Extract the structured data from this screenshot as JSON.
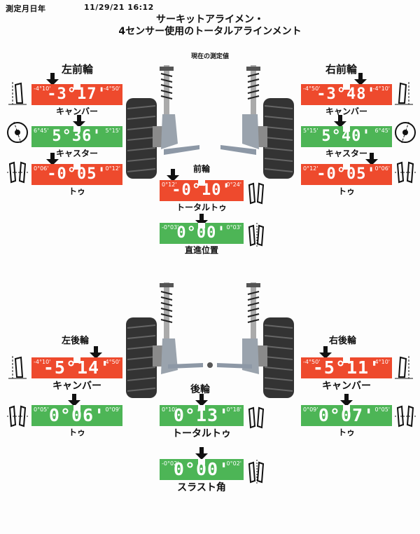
{
  "header": {
    "date_label": "測定月日年",
    "datetime": "11/29/21 16:12"
  },
  "title": {
    "line1": "サーキットアライメン・",
    "line2": "4センサー使用のトータルアラインメント"
  },
  "front": {
    "current_label": "現在の測定値",
    "axle_label": "前輪",
    "left_label": "左前輪",
    "right_label": "右前輪",
    "left_camber": {
      "min": "-4°10'",
      "max": "-4°50'",
      "value": "-3°17'",
      "caption": "キャンバー",
      "status": "out"
    },
    "left_caster": {
      "min": "6°45'",
      "max": "5°15'",
      "value": "5°36'",
      "caption": "キャスター",
      "status": "in"
    },
    "left_toe": {
      "min": "0°06'",
      "max": "0°12'",
      "value": "-0°05'",
      "caption": "トゥ",
      "status": "out"
    },
    "right_camber": {
      "min": "-4°50'",
      "max": "-4°10'",
      "value": "-3°48'",
      "caption": "キャンバー",
      "status": "out"
    },
    "right_caster": {
      "min": "5°15'",
      "max": "6°45'",
      "value": "5°40'",
      "caption": "キャスター",
      "status": "in"
    },
    "right_toe": {
      "min": "0°12'",
      "max": "0°06'",
      "value": "-0°05'",
      "caption": "トゥ",
      "status": "out"
    },
    "total_toe": {
      "min": "0°12'",
      "max": "0°24'",
      "value": "-0°10'",
      "caption": "トータルトゥ",
      "status": "out"
    },
    "straight_ahead": {
      "min": "-0°03'",
      "max": "0°03'",
      "value": "0°00'",
      "caption": "直進位置",
      "status": "in"
    }
  },
  "rear": {
    "axle_label": "後輪",
    "left_label": "左後輪",
    "right_label": "右後輪",
    "left_camber": {
      "min": "-4°10'",
      "max": "-4°50'",
      "value": "-5°14'",
      "caption": "キャンバー",
      "status": "out"
    },
    "left_toe": {
      "min": "0°05'",
      "max": "0°09'",
      "value": "0°06'",
      "caption": "トゥ",
      "status": "in"
    },
    "right_camber": {
      "min": "-4°50'",
      "max": "-4°10'",
      "value": "-5°11'",
      "caption": "キャンバー",
      "status": "out"
    },
    "right_toe": {
      "min": "0°09'",
      "max": "0°05'",
      "value": "0°07'",
      "caption": "トゥ",
      "status": "in"
    },
    "total_toe": {
      "min": "0°10'",
      "max": "0°18'",
      "value": "0°13'",
      "caption": "トータルトゥ",
      "status": "in"
    },
    "thrust_angle": {
      "min": "-0°02'",
      "max": "0°02'",
      "value": "0°00'",
      "caption": "スラスト角",
      "status": "in"
    }
  },
  "colors": {
    "out_of_range": "#ee4a2d",
    "in_range": "#4db556"
  }
}
